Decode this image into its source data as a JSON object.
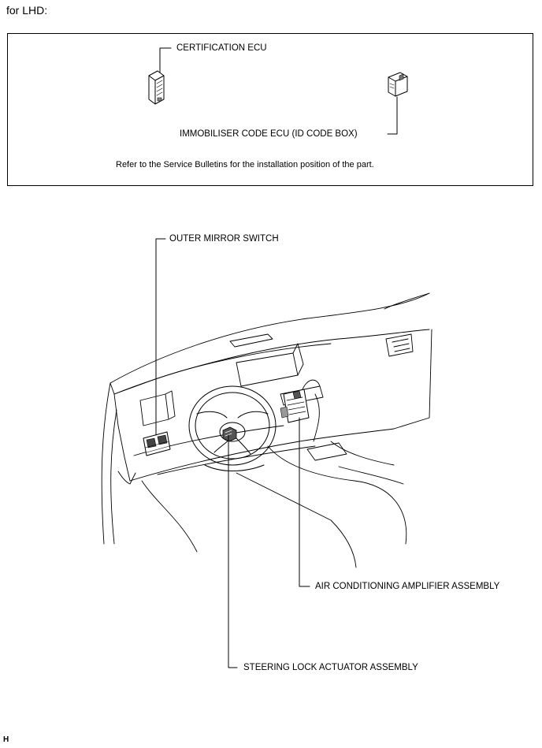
{
  "heading": "for LHD:",
  "box": {
    "certification_ecu": "CERTIFICATION ECU",
    "immobiliser_ecu": "IMMOBILISER CODE ECU (ID CODE BOX)",
    "note": "Refer to the Service Bulletins for the installation position of the part."
  },
  "callouts": {
    "outer_mirror_switch": "OUTER MIRROR SWITCH",
    "air_conditioning_amplifier": "AIR CONDITIONING AMPLIFIER ASSEMBLY",
    "steering_lock_actuator": "STEERING LOCK ACTUATOR ASSEMBLY"
  },
  "footer_letter": "H"
}
